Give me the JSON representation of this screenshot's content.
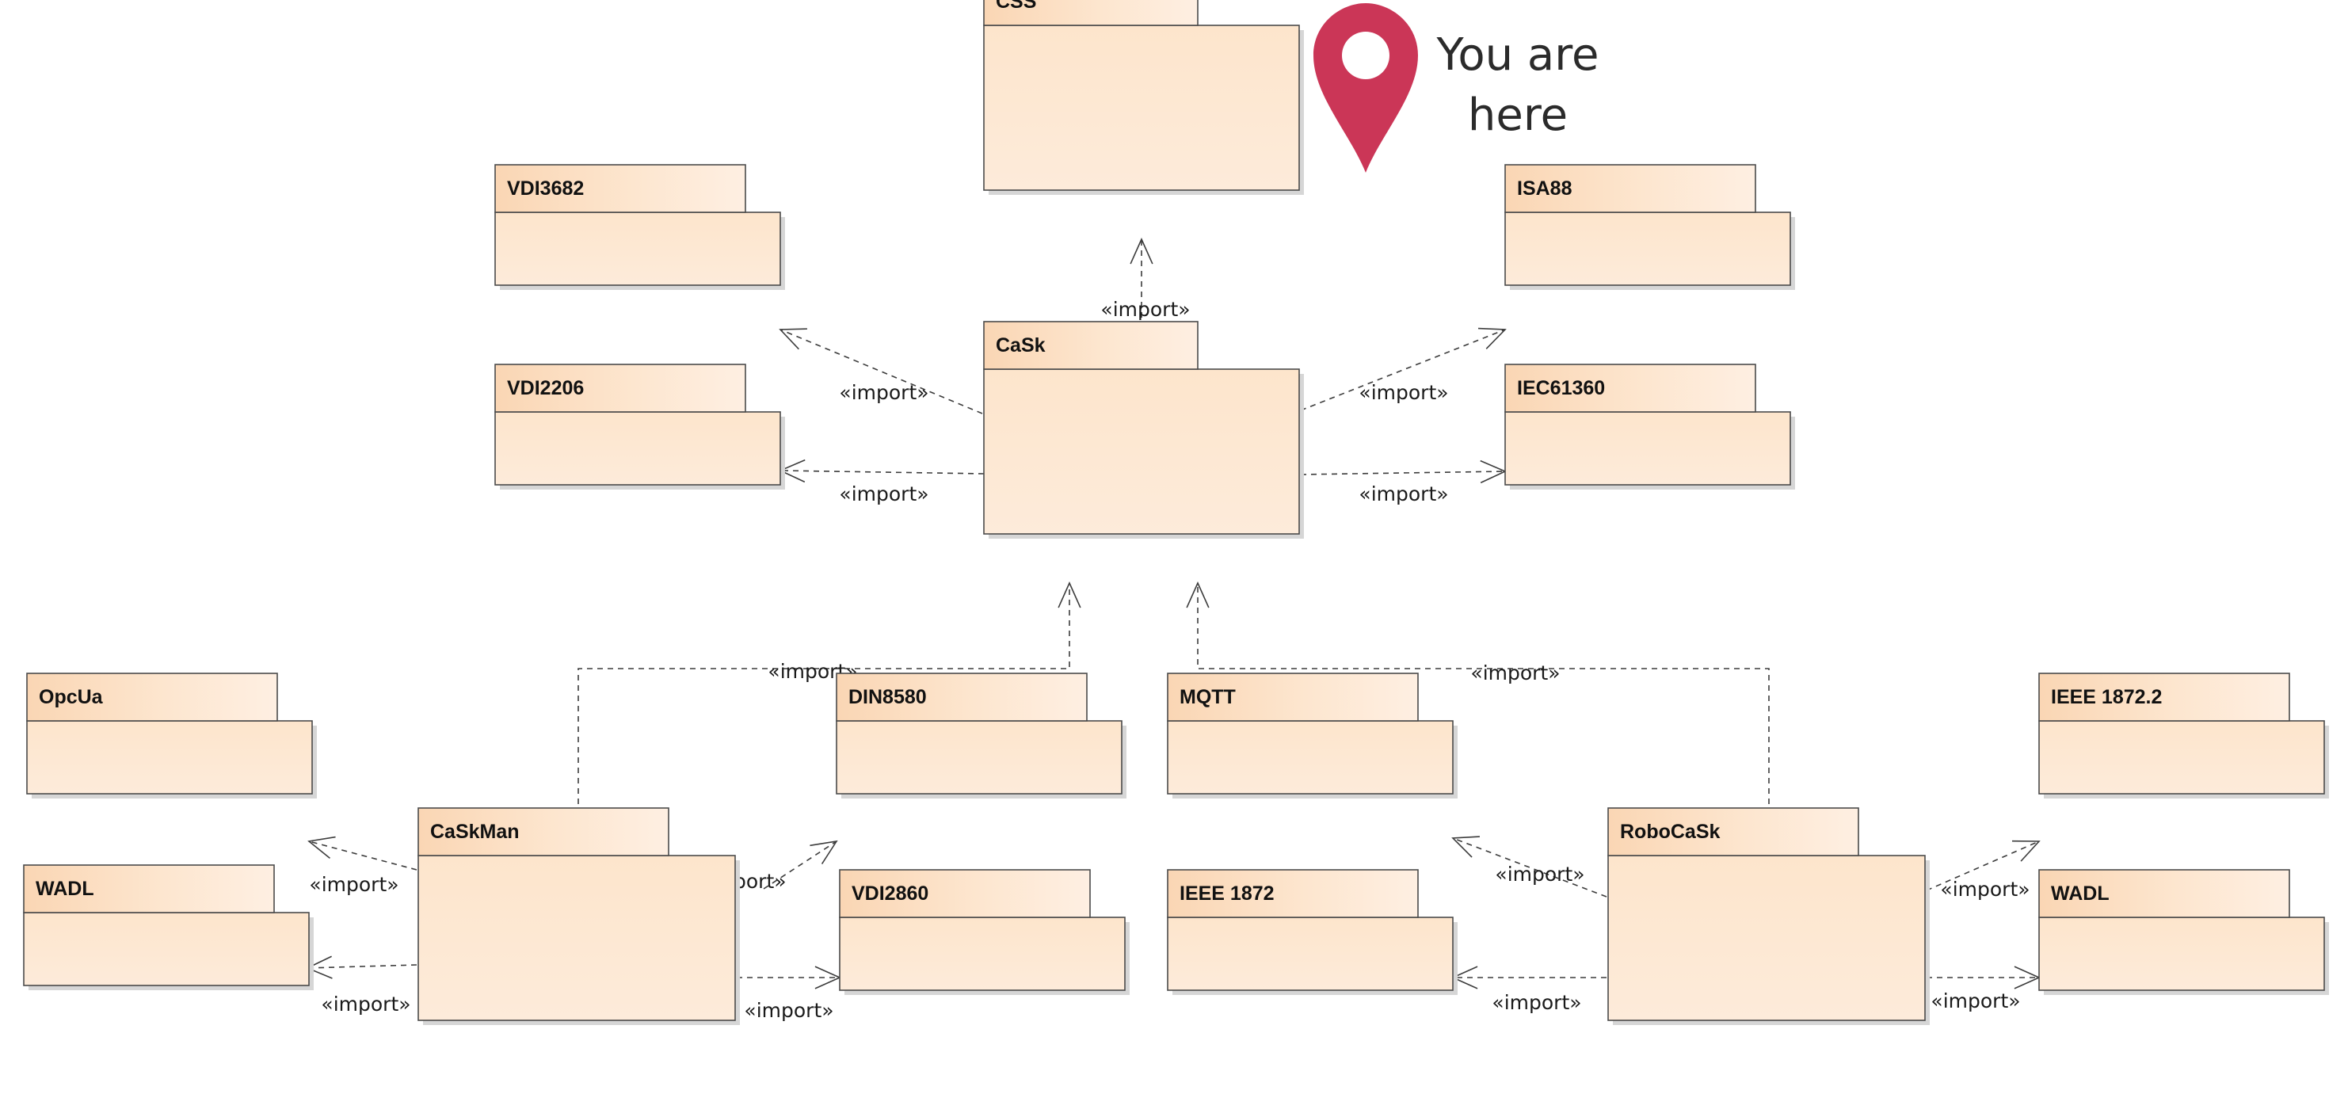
{
  "colors": {
    "package_fill": "#FDE9D6",
    "package_gradient_dark": "#FAD6B4",
    "package_stroke": "#4A4A4A",
    "shadow": "#D6D6D6",
    "marker": "#CB3657",
    "connector": "#3C3C3C"
  },
  "location_marker": {
    "icon": "map-pin-icon",
    "label_lines": [
      "You are",
      "here"
    ]
  },
  "packages": [
    {
      "id": "css",
      "name": "CSS"
    },
    {
      "id": "vdi3682",
      "name": "VDI3682"
    },
    {
      "id": "isa88",
      "name": "ISA88"
    },
    {
      "id": "cask",
      "name": "CaSk"
    },
    {
      "id": "vdi2206",
      "name": "VDI2206"
    },
    {
      "id": "iec61360",
      "name": "IEC61360"
    },
    {
      "id": "opcua",
      "name": "OpcUa"
    },
    {
      "id": "din8580",
      "name": "DIN8580"
    },
    {
      "id": "mqtt",
      "name": "MQTT"
    },
    {
      "id": "ieee18722",
      "name": "IEEE 1872.2"
    },
    {
      "id": "caskman",
      "name": "CaSkMan"
    },
    {
      "id": "robocask",
      "name": "RoboCaSk"
    },
    {
      "id": "wadl1",
      "name": "WADL"
    },
    {
      "id": "vdi2860",
      "name": "VDI2860"
    },
    {
      "id": "ieee1872",
      "name": "IEEE 1872"
    },
    {
      "id": "wadl2",
      "name": "WADL"
    }
  ],
  "dependencies": [
    {
      "from": "cask",
      "to": "css",
      "label": "«import»"
    },
    {
      "from": "cask",
      "to": "vdi3682",
      "label": "«import»"
    },
    {
      "from": "cask",
      "to": "isa88",
      "label": "«import»"
    },
    {
      "from": "cask",
      "to": "vdi2206",
      "label": "«import»"
    },
    {
      "from": "cask",
      "to": "iec61360",
      "label": "«import»"
    },
    {
      "from": "caskman",
      "to": "cask",
      "label": "«import»"
    },
    {
      "from": "robocask",
      "to": "cask",
      "label": "«import»"
    },
    {
      "from": "caskman",
      "to": "opcua",
      "label": "«import»"
    },
    {
      "from": "caskman",
      "to": "din8580",
      "label": "«import»"
    },
    {
      "from": "caskman",
      "to": "wadl1",
      "label": "«import»"
    },
    {
      "from": "caskman",
      "to": "vdi2860",
      "label": "«import»"
    },
    {
      "from": "robocask",
      "to": "mqtt",
      "label": "«import»"
    },
    {
      "from": "robocask",
      "to": "ieee18722",
      "label": "«import»"
    },
    {
      "from": "robocask",
      "to": "ieee1872",
      "label": "«import»"
    },
    {
      "from": "robocask",
      "to": "wadl2",
      "label": "«import»"
    }
  ]
}
